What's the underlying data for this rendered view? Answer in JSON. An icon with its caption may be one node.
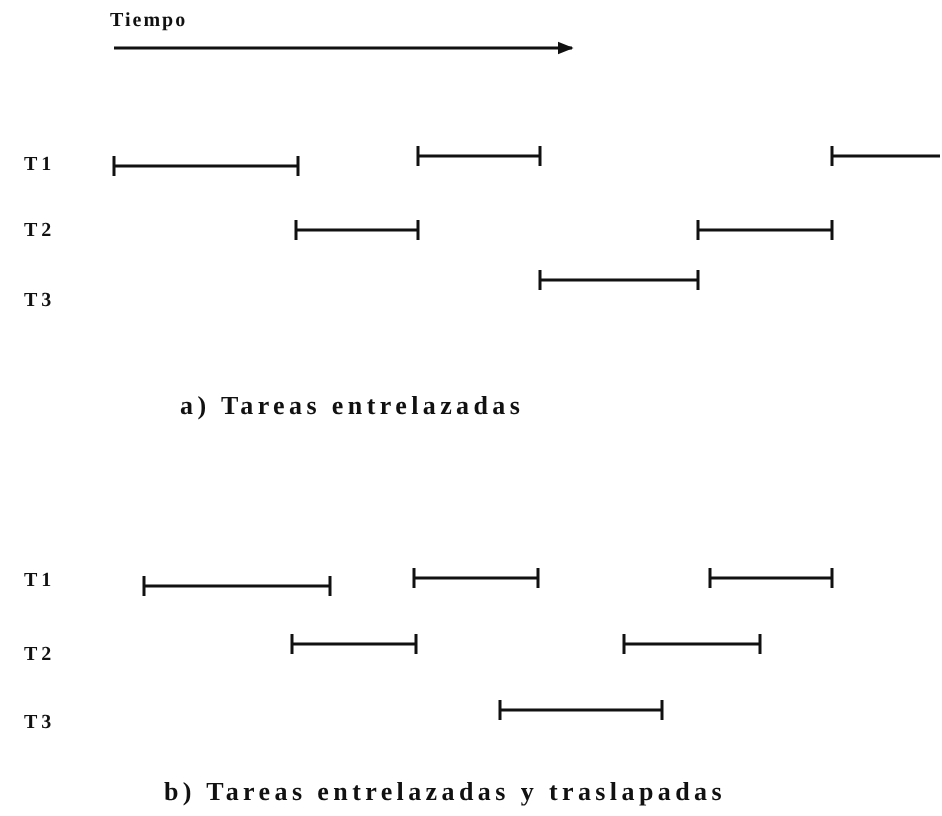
{
  "diagram": {
    "labels": [
      "Tiempo",
      "T1",
      "T2",
      "T3",
      "a) Tareas entrelazadas",
      "T1",
      "T2",
      "T3",
      "b) Tareas entrelazadas y traslapadas"
    ]
  }
}
